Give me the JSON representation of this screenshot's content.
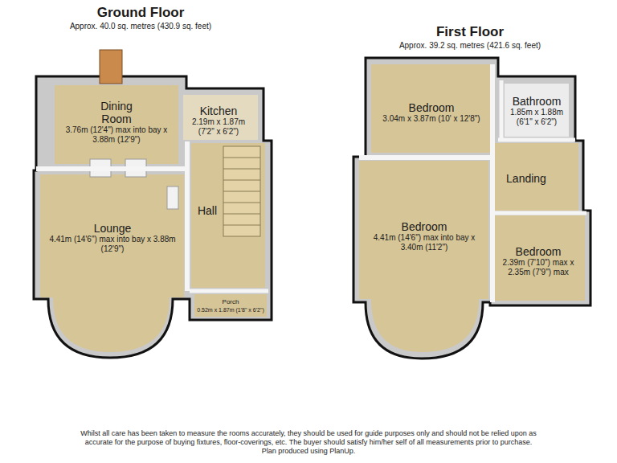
{
  "diagram": {
    "caption": "Whilst all care has been taken to measure the rooms accurately, they should be used for guide purposes only and should not be relied upon as accurate for the purpose of buying fixtures, floor-coverings, etc. The buyer should satisfy him/her self of all measurements prior to purchase.",
    "nodes": [
      {
        "text": [
          "Ground Floor",
          "Approx. 40.0 sq. metres (430.9 sq. feet)"
        ]
      },
      {
        "text": [
          "Dining Room",
          "3.76m (12'4\") max into bay x 3.88m (12'9\")"
        ],
        "in": 0
      },
      {
        "text": [
          "Kitchen",
          "2.19m x 1.87m (7'2\" x 6'2\")"
        ],
        "in": 0
      },
      {
        "text": [
          "Lounge",
          "4.41m (14'6\") max into bay x 3.88m (12'9\")"
        ],
        "in": 0
      },
      {
        "text": [
          "Hall"
        ],
        "in": 0
      },
      {
        "text": [
          "Porch",
          "0.52m x 1.87m (1'8\" x 6'2\")"
        ],
        "in": 0
      },
      {
        "text": [
          "First Floor",
          "Approx. 39.2 sq. metres (421.6 sq. feet)"
        ]
      },
      {
        "text": [
          "Bedroom",
          "3.04m x 3.87m (10' x 12'8\")"
        ],
        "in": 6
      },
      {
        "text": [
          "Bathroom",
          "1.85m x 1.88m (6'1\" x 6'2\")"
        ],
        "in": 6
      },
      {
        "text": [
          "Landing"
        ],
        "in": 6
      },
      {
        "text": [
          "Bedroom",
          "4.41m (14'6\") max into bay x 3.40m (11'2\")"
        ],
        "in": 6
      },
      {
        "text": [
          "Bedroom",
          "2.39m (7'10\") max x 2.35m (7'9\") max"
        ],
        "in": 6
      }
    ],
    "labels": [
      "Plan produced using PlanUp."
    ]
  }
}
